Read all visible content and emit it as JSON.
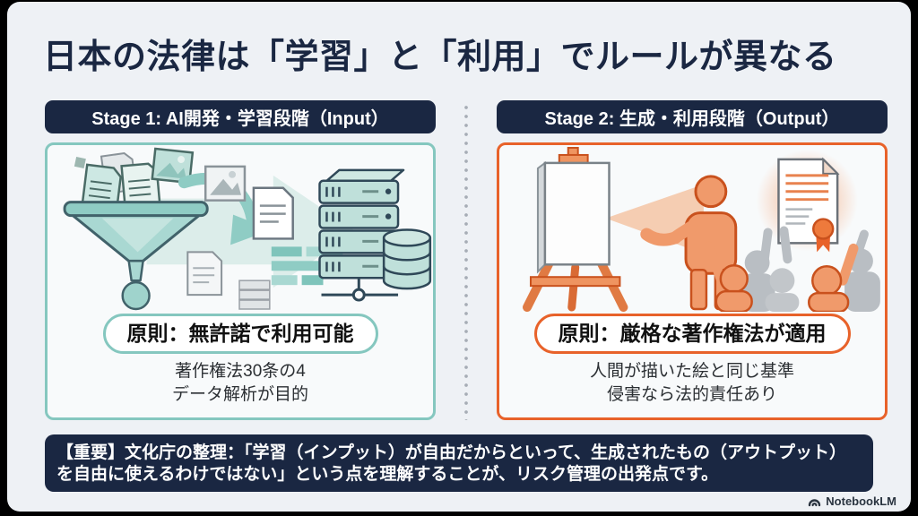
{
  "title": "日本の法律は「学習」と「利用」でルールが異なる",
  "stage1": {
    "header": "Stage 1: AI開発・学習段階（Input）",
    "principle": "原則：無許諾で利用可能",
    "details": [
      "著作権法30条の4",
      "データ解析が目的"
    ],
    "accent_color": "#85c7bf",
    "icons": [
      "documents-icon",
      "image-thumbnail-icon",
      "funnel-icon",
      "curved-arrow-icon",
      "data-bricks-icon",
      "server-rack-icon",
      "database-icon"
    ]
  },
  "stage2": {
    "header": "Stage 2: 生成・利用段階（Output）",
    "principle": "原則：厳格な著作権法が適用",
    "details": [
      "人間が描いた絵と同じ基準",
      "侵害なら法的責任あり"
    ],
    "accent_color": "#e8622a",
    "icons": [
      "easel-canvas-icon",
      "light-beam-icon",
      "artist-person-icon",
      "certificate-document-icon",
      "audience-crowd-icon"
    ]
  },
  "footer_note": {
    "lines": [
      "【重要】文化庁の整理：「学習（インプット）が自由だからといって、生成されたもの（アウトプット）",
      "を自由に使えるわけではない」という点を理解することが、リスク管理の出発点です。"
    ]
  },
  "branding": {
    "label": "NotebookLM",
    "icon": "notebooklm-logo-icon"
  },
  "colors": {
    "navy": "#1a2742",
    "teal": "#85c7bf",
    "orange": "#e8622a",
    "background": "#eef1f5",
    "frame_edge": "#000000"
  }
}
